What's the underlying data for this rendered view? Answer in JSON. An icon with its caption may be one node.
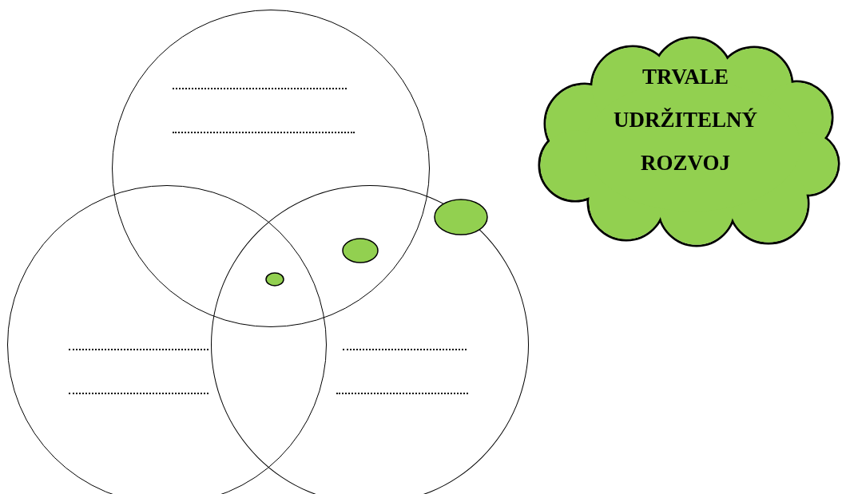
{
  "diagram": {
    "nodes": [
      {
        "text": [],
        "shape": "circle"
      },
      {
        "text": [
          "TRVALE UDRŽITELNÝ ROZVOJ"
        ]
      },
      {
        "text": [],
        "shape": "circle"
      },
      {
        "text": [],
        "shape": "circle"
      }
    ]
  }
}
